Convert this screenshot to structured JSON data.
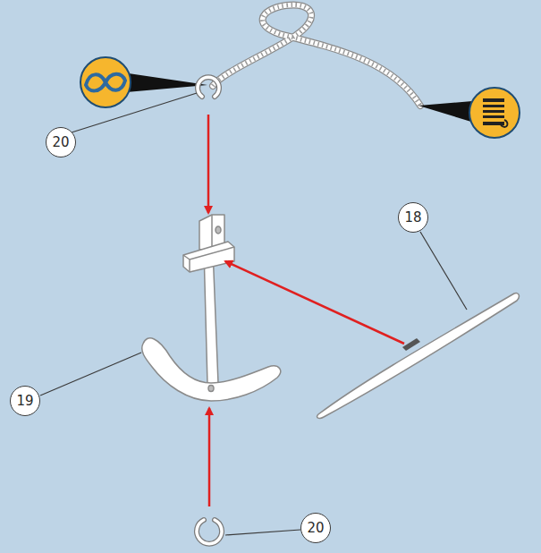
{
  "diagram": {
    "labels": [
      "20",
      "18",
      "19",
      "20"
    ]
  }
}
